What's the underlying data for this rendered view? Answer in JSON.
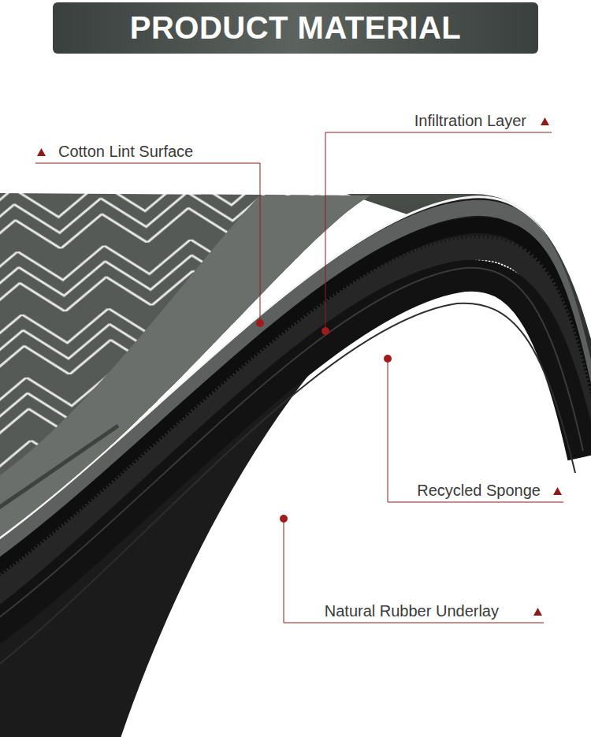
{
  "diagram": {
    "title": "PRODUCT MATERIAL",
    "labels": [
      "Cotton Lint Surface",
      "Infiltration Layer",
      "Recycled Sponge",
      "Natural Rubber Underlay"
    ]
  }
}
